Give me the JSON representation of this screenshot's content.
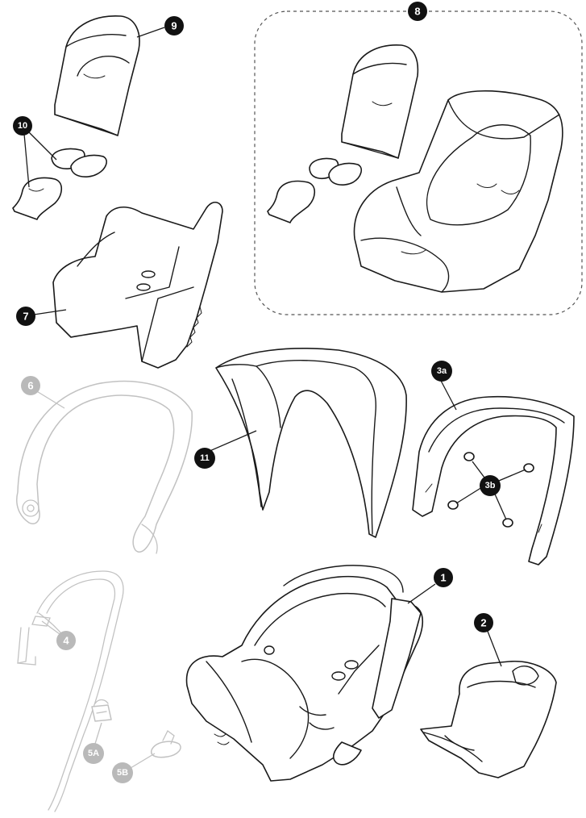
{
  "callouts": {
    "c1": "1",
    "c2": "2",
    "c3a": "3a",
    "c3b": "3b",
    "c4": "4",
    "c5a": "5A",
    "c5b": "5B",
    "c6": "6",
    "c7": "7",
    "c8": "8",
    "c9": "9",
    "c10": "10",
    "c11": "11"
  },
  "colors": {
    "callout_dark": "#111111",
    "callout_light": "#b9b9b9",
    "line": "#1a1a1a",
    "ghost_line": "#c2c2c2"
  }
}
